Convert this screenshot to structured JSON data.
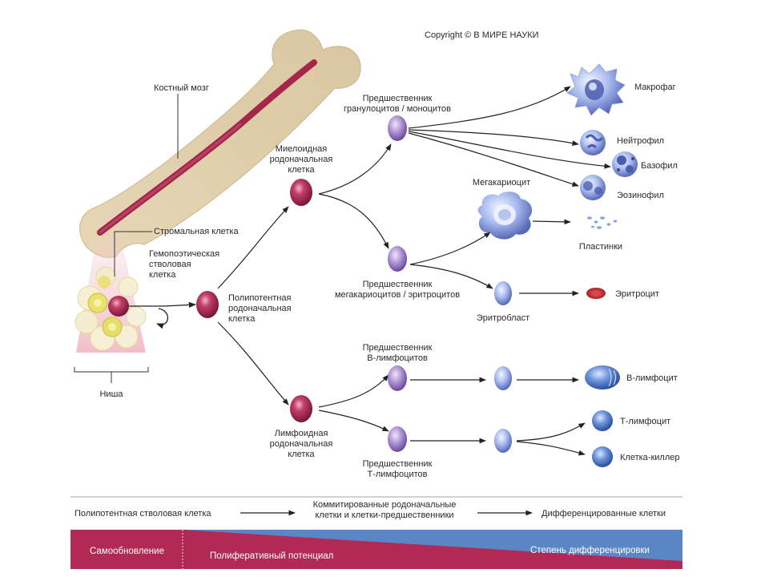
{
  "copyright": "Copyright © В МИРЕ НАУКИ",
  "labels": {
    "bone_marrow": "Костный мозг",
    "stromal_cell": "Стромальная клетка",
    "hsc": [
      "Гемопоэтическая",
      "стволовая",
      "клетка"
    ],
    "niche": "Ниша",
    "multipotent": [
      "Полипотентная",
      "родоначальная",
      "клетка"
    ],
    "myeloid": [
      "Миелоидная",
      "родоначальная",
      "клетка"
    ],
    "lymphoid": [
      "Лимфоидная",
      "родоначальная",
      "клетка"
    ],
    "gran_mono": [
      "Предшественник",
      "гранулоцитов / моноцитов"
    ],
    "mega_ery": [
      "Предшественник",
      "мегакариоцитов / эритроцитов"
    ],
    "b_prog": [
      "Предшественник",
      "В-лимфоцитов"
    ],
    "t_prog": [
      "Предшественник",
      "Т-лимфоцитов"
    ],
    "macrophage": "Макрофаг",
    "neutrophil": "Нейтрофил",
    "basophil": "Базофил",
    "eosinophil": "Эозинофил",
    "megakaryocyte": "Мегакариоцит",
    "platelets": "Пластинки",
    "erythroblast": "Эритробласт",
    "erythrocyte": "Эритроцит",
    "b_lymph": "В-лимфоцит",
    "t_lymph": "Т-лимфоцит",
    "killer": "Клетка-киллер"
  },
  "legend": {
    "stage1": "Полипотентная стволовая клетка",
    "stage2": [
      "Коммитированные родоначальные",
      "клетки и клетки-предшественники"
    ],
    "stage3": "Дифференцированные клетки"
  },
  "bar": {
    "self_renewal": "Самообновление",
    "proliferative": "Полиферативный потенциал",
    "differentiation": "Степень дифференцировки",
    "colors": {
      "red": "#b02a55",
      "blue": "#5b86c6"
    }
  }
}
